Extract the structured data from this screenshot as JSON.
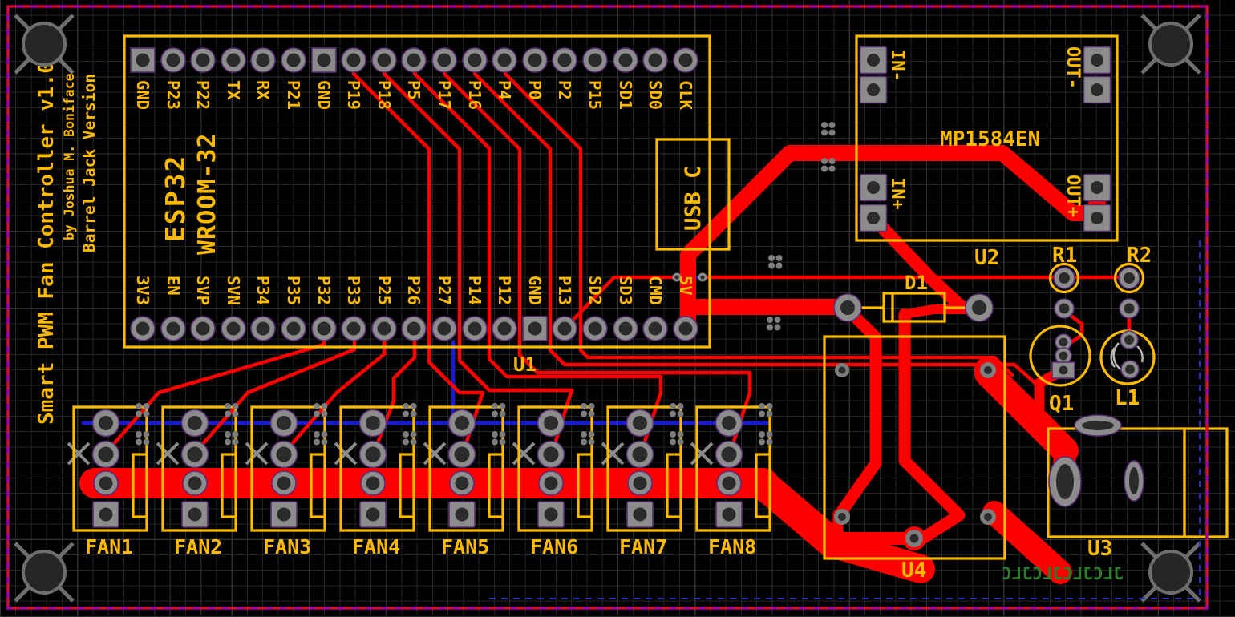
{
  "board": {
    "title_line1": "Smart PWM Fan Controller v1.0",
    "title_line2": "by Joshua M. Boniface",
    "title_line3": "Barrel Jack Version"
  },
  "esp32": {
    "designator": "U1",
    "chip_line1": "ESP32",
    "chip_line2": "WROOM-32",
    "usb_label": "USB C",
    "top_pins": [
      "GND",
      "P23",
      "P22",
      "TX",
      "RX",
      "P21",
      "GND",
      "P19",
      "P18",
      "P5",
      "P17",
      "P16",
      "P4",
      "P0",
      "P2",
      "P15",
      "SD1",
      "SD0",
      "CLK"
    ],
    "bottom_pins": [
      "3V3",
      "EN",
      "SVP",
      "SVN",
      "P34",
      "P35",
      "P32",
      "P33",
      "P25",
      "P26",
      "P27",
      "P14",
      "P12",
      "GND",
      "P13",
      "SD2",
      "SD3",
      "CMD",
      "5V"
    ]
  },
  "regulator": {
    "designator": "U2",
    "part_label": "MP1584EN",
    "pad_in_minus": "IN-",
    "pad_in_plus": "IN+",
    "pad_out_minus": "OUT-",
    "pad_out_plus": "OUT+"
  },
  "fans": {
    "labels": [
      "FAN1",
      "FAN2",
      "FAN3",
      "FAN4",
      "FAN5",
      "FAN6",
      "FAN7",
      "FAN8"
    ]
  },
  "components": {
    "diode": "D1",
    "resistor_1": "R1",
    "resistor_2": "R2",
    "transistor": "Q1",
    "inductor": "L1",
    "barrel_jack": "U3",
    "driver": "U4"
  },
  "fab": {
    "text": "JLCJLCJLCJLC"
  },
  "colors": {
    "silkscreen": "#FBB900",
    "top_copper": "#FF0000",
    "bottom_copper": "#1A1ACD",
    "board_outline": "#A000A0",
    "fab_text": "#2D7A2D"
  }
}
